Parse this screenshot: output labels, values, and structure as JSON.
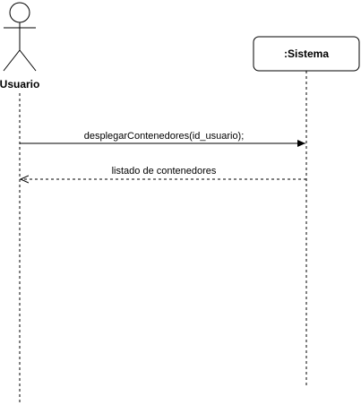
{
  "diagram": {
    "actor": {
      "label": "Usuario"
    },
    "system": {
      "label": ":Sistema"
    },
    "messages": [
      {
        "label": "desplegarContenedores(id_usuario);",
        "from": "Usuario",
        "to": ":Sistema",
        "style": "solid"
      },
      {
        "label": "listado de contenedores",
        "from": ":Sistema",
        "to": "Usuario",
        "style": "dashed"
      }
    ]
  }
}
